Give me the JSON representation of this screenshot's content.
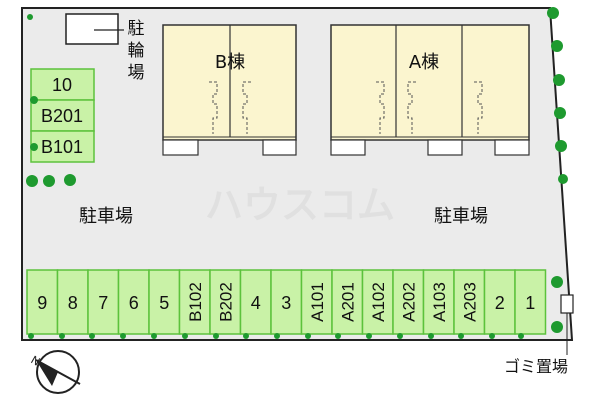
{
  "map": {
    "buildings": [
      {
        "id": "b",
        "label": "B棟"
      },
      {
        "id": "a",
        "label": "A棟"
      }
    ],
    "bicycle_parking_label": [
      "駐",
      "輪",
      "場"
    ],
    "parking_labels": [
      "駐車場",
      "駐車場"
    ],
    "garbage_label": "ゴミ置場",
    "watermark": "ハウスコム",
    "side_spaces": [
      "10",
      "B201",
      "B101"
    ],
    "bottom_spaces": [
      "9",
      "8",
      "7",
      "6",
      "5",
      "B102",
      "B202",
      "4",
      "3",
      "A101",
      "A201",
      "A102",
      "A202",
      "A103",
      "A203",
      "2",
      "1"
    ],
    "colors": {
      "lot": "#ebebeb",
      "building": "#fbf5cf",
      "space_fill": "#c9f2a7",
      "space_stroke": "#5cc23c",
      "tree": "#1e9a2f",
      "line": "#222222"
    },
    "north_icon": "compass-north-icon"
  }
}
